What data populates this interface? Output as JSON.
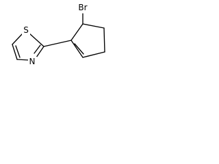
{
  "molecule": {
    "atoms": {
      "bromine": "Br",
      "sulfur": "S",
      "nitrogen": "N"
    },
    "colors": {
      "bond": "#000000",
      "label": "#000000",
      "background": "#ffffff"
    }
  }
}
